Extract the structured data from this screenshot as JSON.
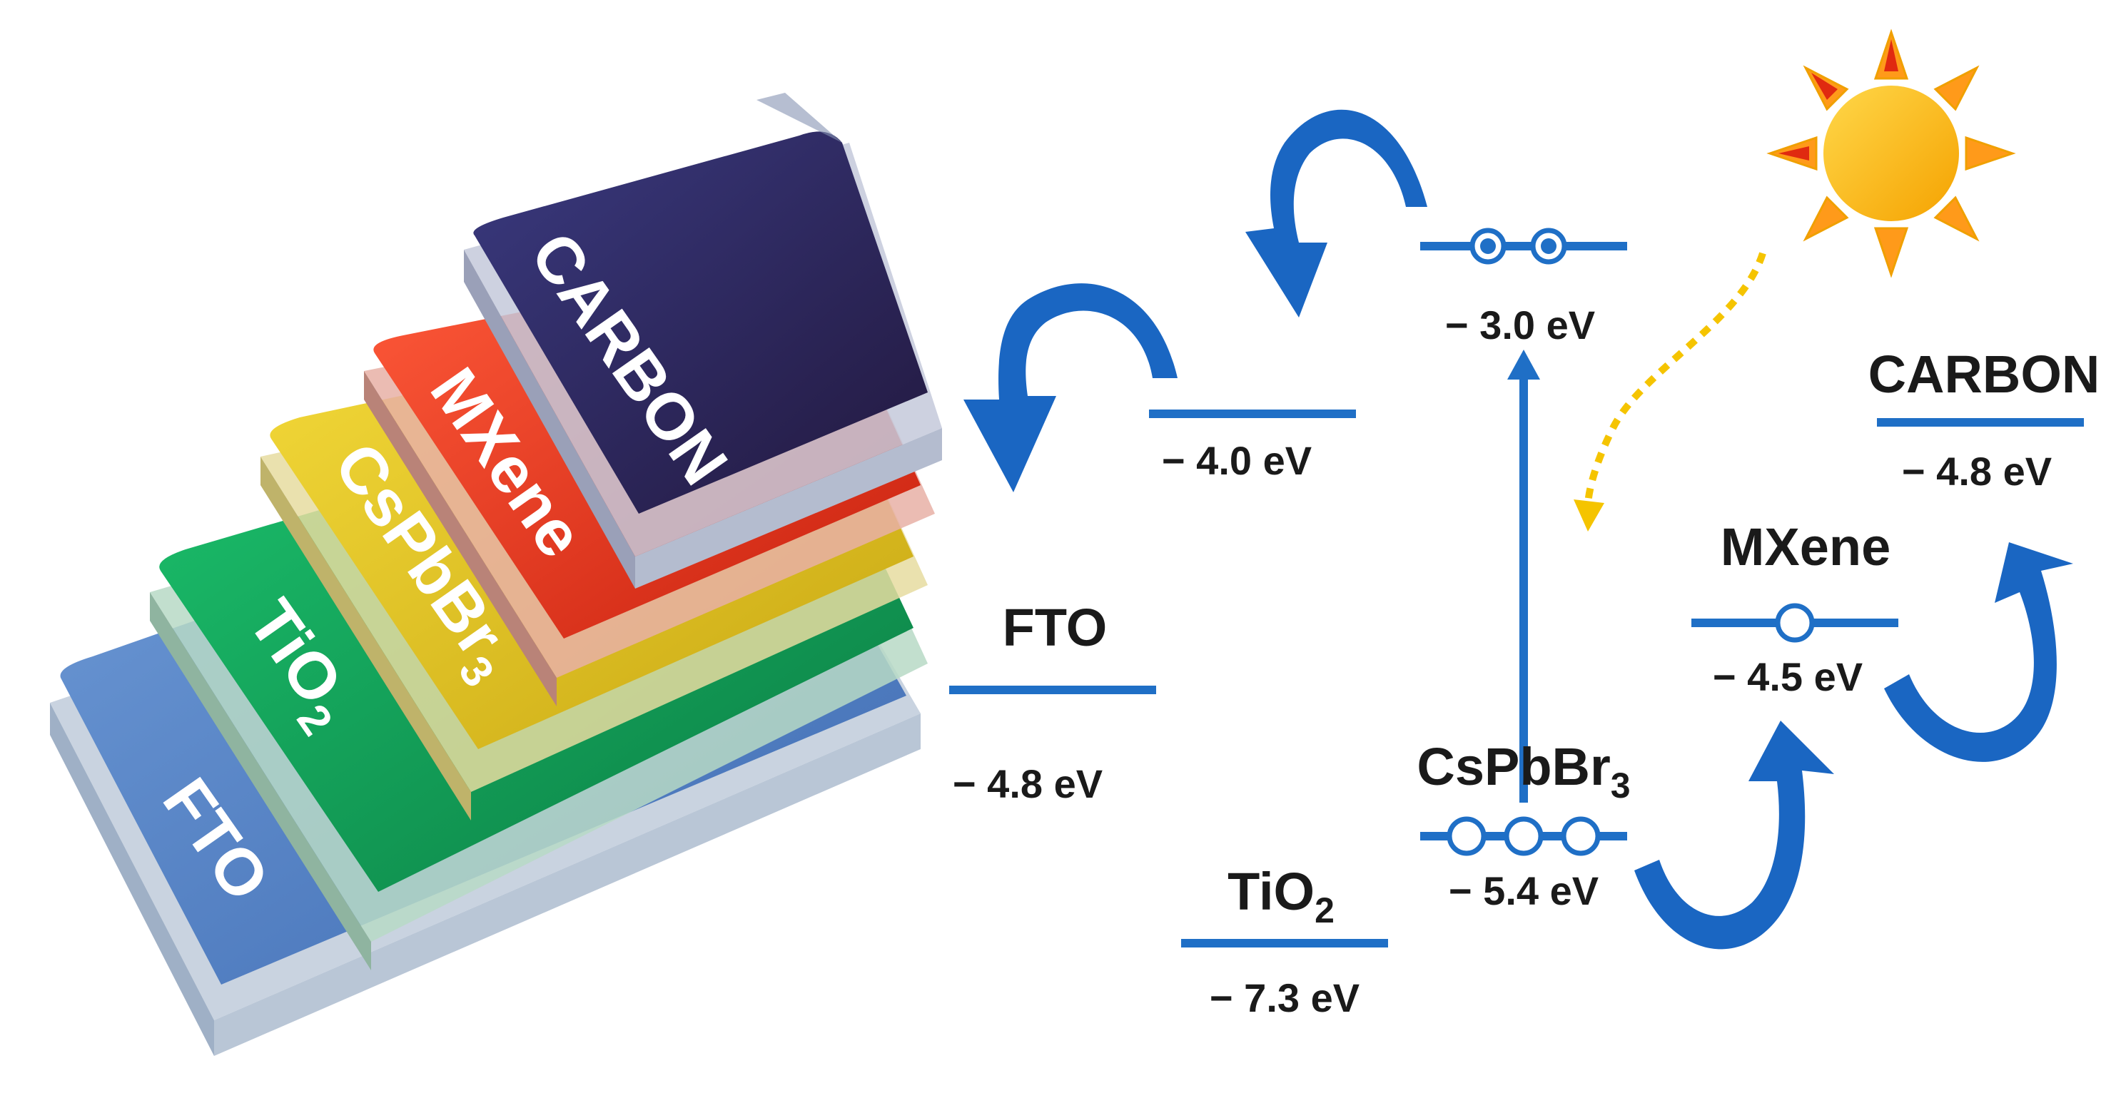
{
  "stack": {
    "layers": [
      {
        "label": "FTO",
        "sub": "",
        "color": "#4f7fc4"
      },
      {
        "label": "TiO",
        "sub": "2",
        "color": "#15a05a"
      },
      {
        "label": "CsPbBr",
        "sub": "3",
        "color": "#e2c21c"
      },
      {
        "label": "MXene",
        "sub": "",
        "color": "#e0391c"
      },
      {
        "label": "CARBON",
        "sub": "",
        "color": "#2a2a5e"
      }
    ]
  },
  "energy": {
    "fto": {
      "name": "FTO",
      "value": "− 4.8 eV"
    },
    "tio2_cb": {
      "value": "− 4.0 eV"
    },
    "tio2": {
      "name": "TiO",
      "sub": "2",
      "value": "− 7.3 eV"
    },
    "cspbbr3_cb": {
      "value": "− 3.0 eV"
    },
    "cspbbr3": {
      "name": "CsPbBr",
      "sub": "3",
      "value": "− 5.4 eV"
    },
    "mxene": {
      "name": "MXene",
      "value": "− 4.5 eV"
    },
    "carbon": {
      "name": "CARBON",
      "value": "− 4.8 eV"
    }
  },
  "colors": {
    "level_line": "#1f6fc6",
    "arrow": "#1a66c2",
    "light_ray": "#f5c400",
    "sun_core": "#ffc21a",
    "sun_ray": "#ff9a1a"
  },
  "icons": [
    "sun-icon",
    "electron-icon",
    "hole-icon",
    "curved-arrow-icon",
    "light-ray-icon"
  ]
}
